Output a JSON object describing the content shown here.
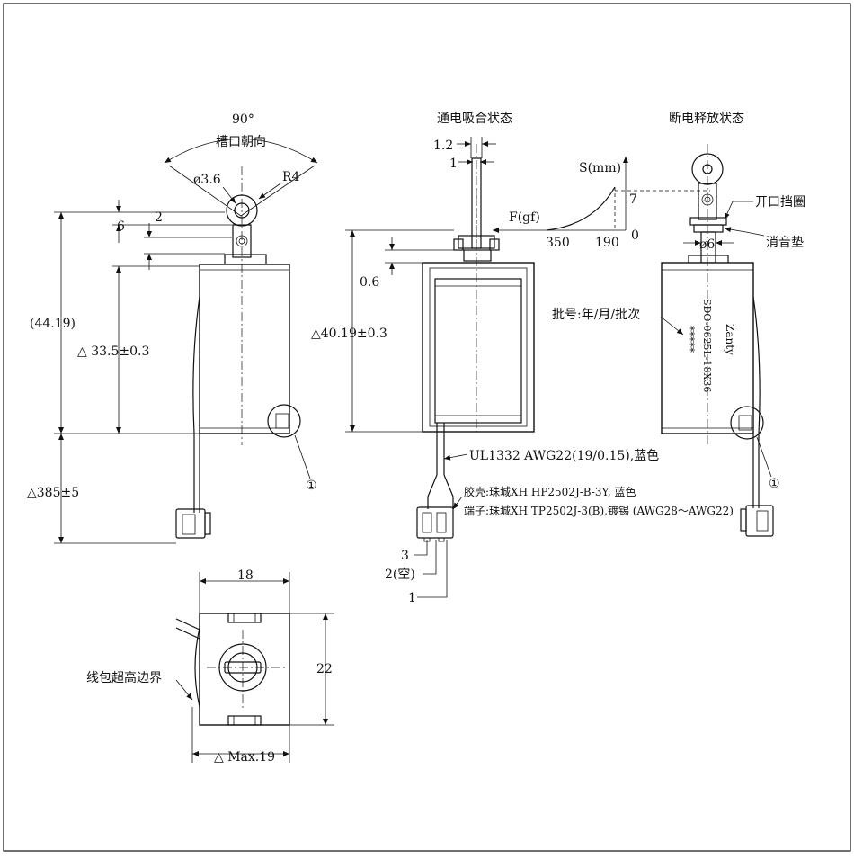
{
  "labels": {
    "angle_value": "90°",
    "slot_direction": "槽口朝向",
    "phi_3_6": "ø3.6",
    "r4": "R4",
    "dim_6_left": "6",
    "dim_2": "2",
    "dim_44_19": "(44.19)",
    "dim_33_5": "△ 33.5±0.3",
    "dim_385": "△385±5",
    "circle_ref_left": "①",
    "energized_title": "通电吸合状态",
    "dim_1_2": "1.2",
    "dim_1": "1",
    "dim_0_6": "0.6",
    "dim_40_19": "△40.19±0.3",
    "graph_s": "S(mm)",
    "graph_f": "F(gf)",
    "graph_7": "7",
    "graph_0": "0",
    "graph_350": "350",
    "graph_190": "190",
    "wire_spec": "UL1332 AWG22(19/0.15),蓝色",
    "housing_spec": "胶壳:珠城XH HP2502J-B-3Y, 蓝色",
    "terminal_spec": "端子:珠城XH TP2502J-3(B),镀锡 (AWG28～AWG22)",
    "pin_3": "3",
    "pin_2": "2(空)",
    "pin_1": "1",
    "released_title": "断电释放状态",
    "open_ring": "开口挡圈",
    "silencer_pad": "消音垫",
    "phi_6": "ø6",
    "batch_label": "批号:年/月/批次",
    "marking_brand": "Zanty",
    "marking_model": "SDO-0625L-18X36",
    "marking_stars": "*****",
    "circle_ref_right": "①",
    "dim_18": "18",
    "dim_22": "22",
    "coil_boundary": "线包超高边界",
    "dim_max_19": "△ Max.19"
  }
}
